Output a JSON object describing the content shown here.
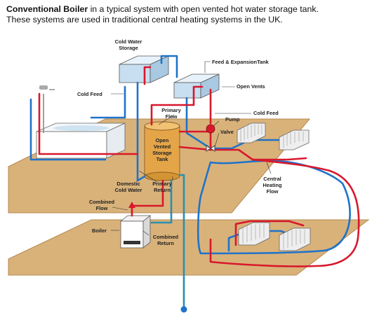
{
  "caption": {
    "title_bold": "Conventional Boiler",
    "title_rest": " in a typical system with open vented hot water storage tank.",
    "line2": "These systems are used in traditional central heating systems in the UK."
  },
  "labels": {
    "cold_water_storage_1": "Cold Water",
    "cold_water_storage_2": "Storage",
    "feed_expansion_tank": "Feed & ExpansionTank",
    "open_vents": "Open Vents",
    "cold_feed_left": "Cold Feed",
    "cold_feed_right": "Cold Feed",
    "primary_flow_1": "Primary",
    "primary_flow_2": "Flow",
    "pump": "Pump",
    "valve": "Valve",
    "open_vented_1": "Open",
    "open_vented_2": "Vented",
    "open_vented_3": "Storage",
    "open_vented_4": "Tank",
    "domestic_cold_1": "Domestic",
    "domestic_cold_2": "Cold Water",
    "primary_return_1": "Primary",
    "primary_return_2": "Return",
    "central_heating_1": "Central",
    "central_heating_2": "Heating",
    "central_heating_3": "Flow",
    "combined_flow_1": "Combined",
    "combined_flow_2": "Flow",
    "boiler": "Boiler",
    "combined_return_1": "Combined",
    "combined_return_2": "Return"
  },
  "colors": {
    "floor": "#d9b27a",
    "floor_edge": "#b58a52",
    "hot_pipe": "#d8182c",
    "cold_pipe": "#1f73c9",
    "return_pipe": "#2a8fb0",
    "tank": "#e4a548",
    "cistern": "#c7dff0"
  }
}
